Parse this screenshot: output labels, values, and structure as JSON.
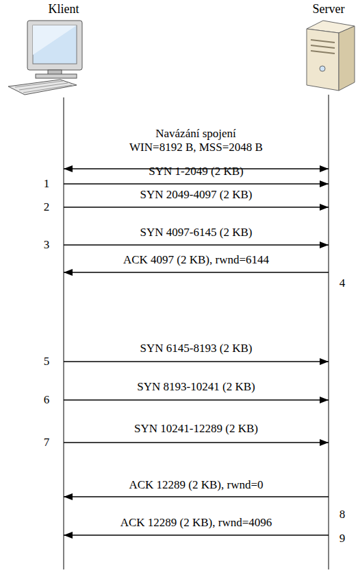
{
  "diagram": {
    "nodes": [
      {
        "text": [
          "Klient"
        ]
      },
      {
        "text": [
          "Server"
        ]
      }
    ],
    "edges": [
      {
        "from": 0,
        "to": 1,
        "arrow": "both",
        "label": "WIN=8192 B, MSS=2048 B"
      },
      {
        "from": 0,
        "to": 1,
        "arrow": "to",
        "label": "SYN 1-2049 (2 KB)"
      },
      {
        "from": 0,
        "to": 1,
        "arrow": "to",
        "label": "SYN 2049-4097 (2 KB)"
      },
      {
        "from": 0,
        "to": 1,
        "arrow": "to",
        "label": "SYN 4097-6145 (2 KB)"
      },
      {
        "from": 1,
        "to": 0,
        "arrow": "to",
        "label": "ACK 4097 (2 KB), rwnd=6144"
      },
      {
        "from": 0,
        "to": 1,
        "arrow": "to",
        "label": "SYN 6145-8193 (2 KB)"
      },
      {
        "from": 0,
        "to": 1,
        "arrow": "to",
        "label": "SYN 8193-10241 (2 KB)"
      },
      {
        "from": 0,
        "to": 1,
        "arrow": "to",
        "label": "SYN 10241-12289 (2 KB)"
      },
      {
        "from": 1,
        "to": 0,
        "arrow": "to",
        "label": "ACK 12289 (2 KB), rwnd=0"
      },
      {
        "from": 1,
        "to": 0,
        "arrow": "to",
        "label": "ACK 12289 (2 KB), rwnd=4096"
      }
    ],
    "labels": [
      "Navázání spojení",
      "1",
      "2",
      "3",
      "4",
      "5",
      "6",
      "7",
      "8",
      "9"
    ]
  }
}
